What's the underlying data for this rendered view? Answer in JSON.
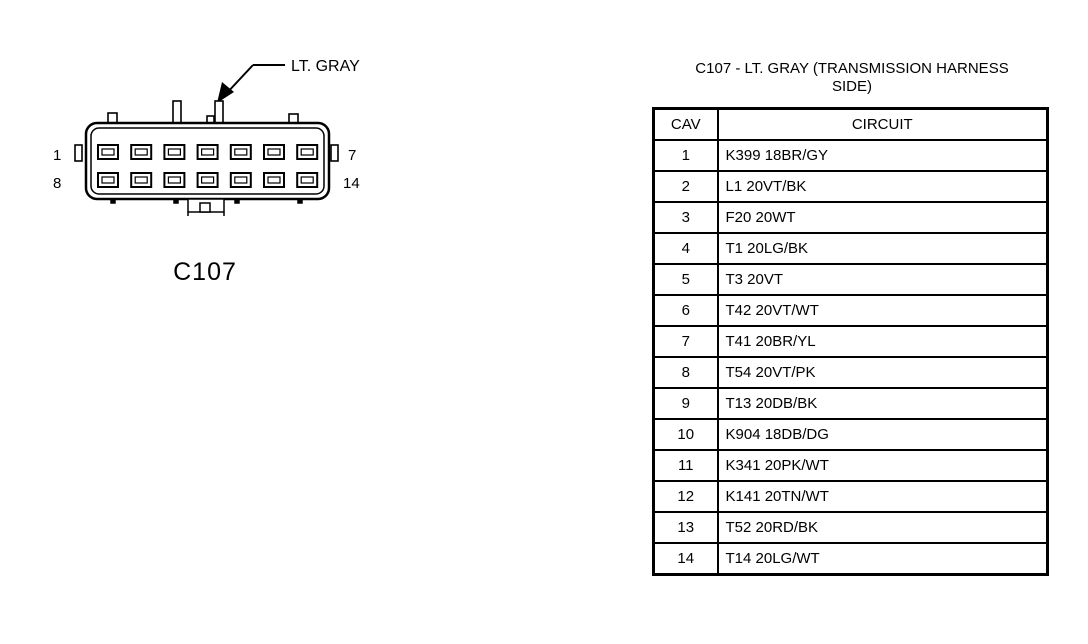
{
  "connector": {
    "name": "C107",
    "color_label": "LT. GRAY",
    "pin_labels": {
      "top_left": "1",
      "top_right": "7",
      "bottom_left": "8",
      "bottom_right": "14"
    }
  },
  "table": {
    "title_line1": "C107 - LT. GRAY (TRANSMISSION HARNESS",
    "title_line2": "SIDE)",
    "headers": {
      "cav": "CAV",
      "circuit": "CIRCUIT"
    },
    "rows": [
      {
        "cav": "1",
        "circuit": "K399 18BR/GY"
      },
      {
        "cav": "2",
        "circuit": "L1 20VT/BK"
      },
      {
        "cav": "3",
        "circuit": "F20 20WT"
      },
      {
        "cav": "4",
        "circuit": "T1 20LG/BK"
      },
      {
        "cav": "5",
        "circuit": "T3 20VT"
      },
      {
        "cav": "6",
        "circuit": "T42 20VT/WT"
      },
      {
        "cav": "7",
        "circuit": "T41 20BR/YL"
      },
      {
        "cav": "8",
        "circuit": "T54 20VT/PK"
      },
      {
        "cav": "9",
        "circuit": "T13 20DB/BK"
      },
      {
        "cav": "10",
        "circuit": "K904 18DB/DG"
      },
      {
        "cav": "11",
        "circuit": "K341 20PK/WT"
      },
      {
        "cav": "12",
        "circuit": "K141 20TN/WT"
      },
      {
        "cav": "13",
        "circuit": "T52 20RD/BK"
      },
      {
        "cav": "14",
        "circuit": "T14 20LG/WT"
      }
    ]
  }
}
